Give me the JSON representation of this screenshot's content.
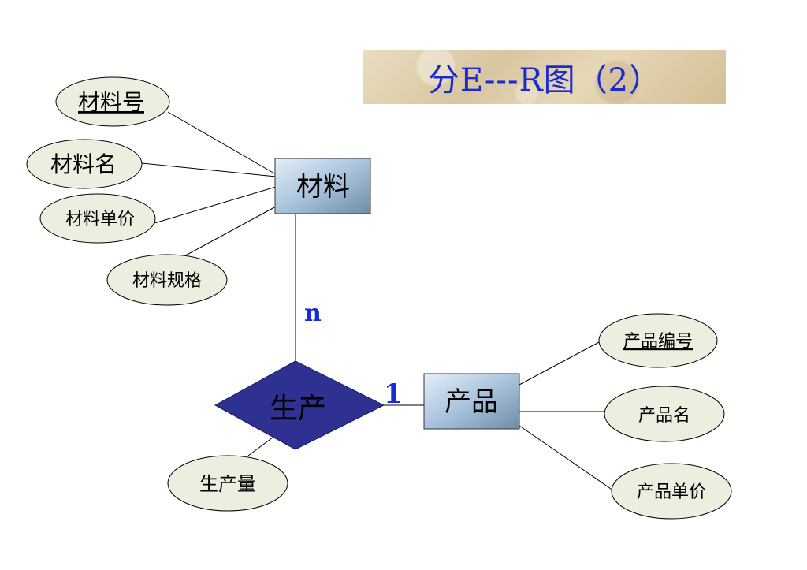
{
  "title": "分E---R图（2）",
  "entities": {
    "material": "材料",
    "product": "产品"
  },
  "relationship": {
    "label": "生产"
  },
  "cardinality": {
    "material_side": "n",
    "product_side": "1"
  },
  "attributes": {
    "material": [
      "材料号",
      "材料名",
      "材料单价",
      "材料规格"
    ],
    "product": [
      "产品编号",
      "产品名",
      "产品单价"
    ],
    "relationship": [
      "生产量"
    ]
  },
  "keys": [
    "材料号",
    "产品编号"
  ],
  "colors": {
    "title_text": "#1a2bd6",
    "diamond_fill": "#2e3192",
    "cardinality_text": "#1a2bd6",
    "ellipse_fill": "#eeeee0"
  }
}
